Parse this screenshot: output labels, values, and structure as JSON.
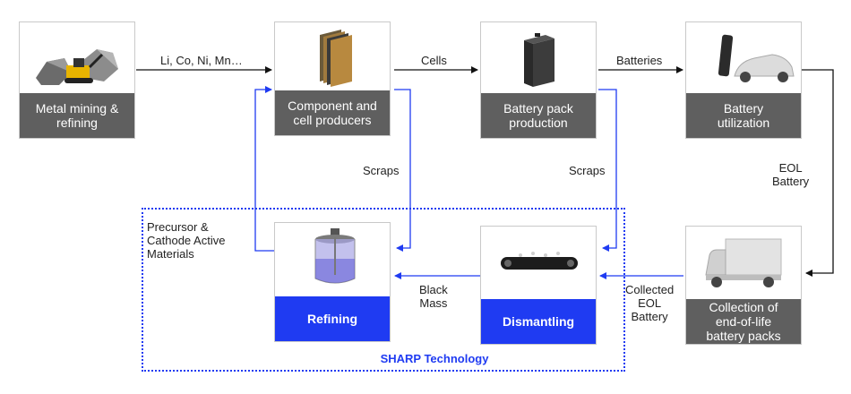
{
  "nodes": {
    "mining": {
      "caption": "Metal mining &\nrefining",
      "icon": "ore-and-excavator-icon"
    },
    "component": {
      "caption": "Component and\ncell producers",
      "icon": "electrode-sheets-icon"
    },
    "pack": {
      "caption": "Battery pack\nproduction",
      "icon": "battery-pack-icon"
    },
    "utilization": {
      "caption": "Battery\nutilization",
      "icon": "phone-and-car-icon"
    },
    "collection": {
      "caption": "Collection of\nend-of-life\nbattery packs",
      "icon": "truck-icon"
    },
    "dismantling": {
      "caption": "Dismantling",
      "icon": "conveyor-belt-icon"
    },
    "refining": {
      "caption": "Refining",
      "icon": "reactor-vessel-icon"
    }
  },
  "edges": {
    "mining_to_component": "Li, Co, Ni, Mn…",
    "component_to_pack": "Cells",
    "pack_to_utilization": "Batteries",
    "utilization_to_collection": "EOL\nBattery",
    "collection_to_dismantling": "Collected\nEOL\nBattery",
    "dismantling_to_refining": "Black\nMass",
    "refining_to_component": "Precursor &\nCathode Active\nMaterials",
    "scraps_component": "Scraps",
    "scraps_pack": "Scraps"
  },
  "group": {
    "title": "SHARP Technology"
  },
  "colors": {
    "blue": "#1f3bf2",
    "grey_caption": "#5f5f5f",
    "arrow": "#111111"
  }
}
